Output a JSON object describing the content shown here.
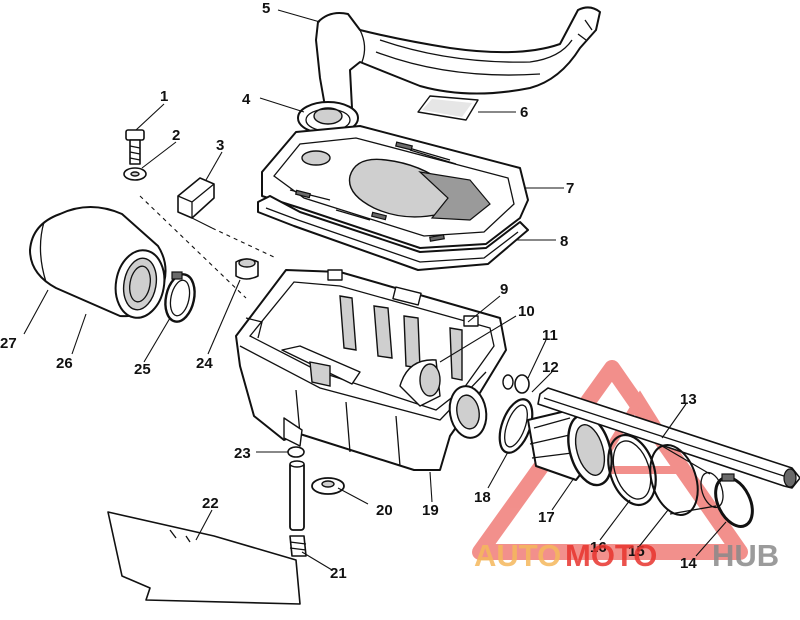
{
  "diagram": {
    "callouts": [
      "1",
      "2",
      "3",
      "4",
      "5",
      "6",
      "7",
      "8",
      "9",
      "10",
      "11",
      "12",
      "13",
      "14",
      "15",
      "16",
      "17",
      "18",
      "19",
      "20",
      "21",
      "22",
      "23",
      "24",
      "25",
      "26",
      "27"
    ]
  },
  "watermark": {
    "auto": "AUTO",
    "moto": "MOTO",
    "hub": "HUB",
    "colors": {
      "auto": "#f5b85c",
      "moto": "#e8342e",
      "hub": "#8a8a8a",
      "triangle": "#e8342e"
    }
  }
}
